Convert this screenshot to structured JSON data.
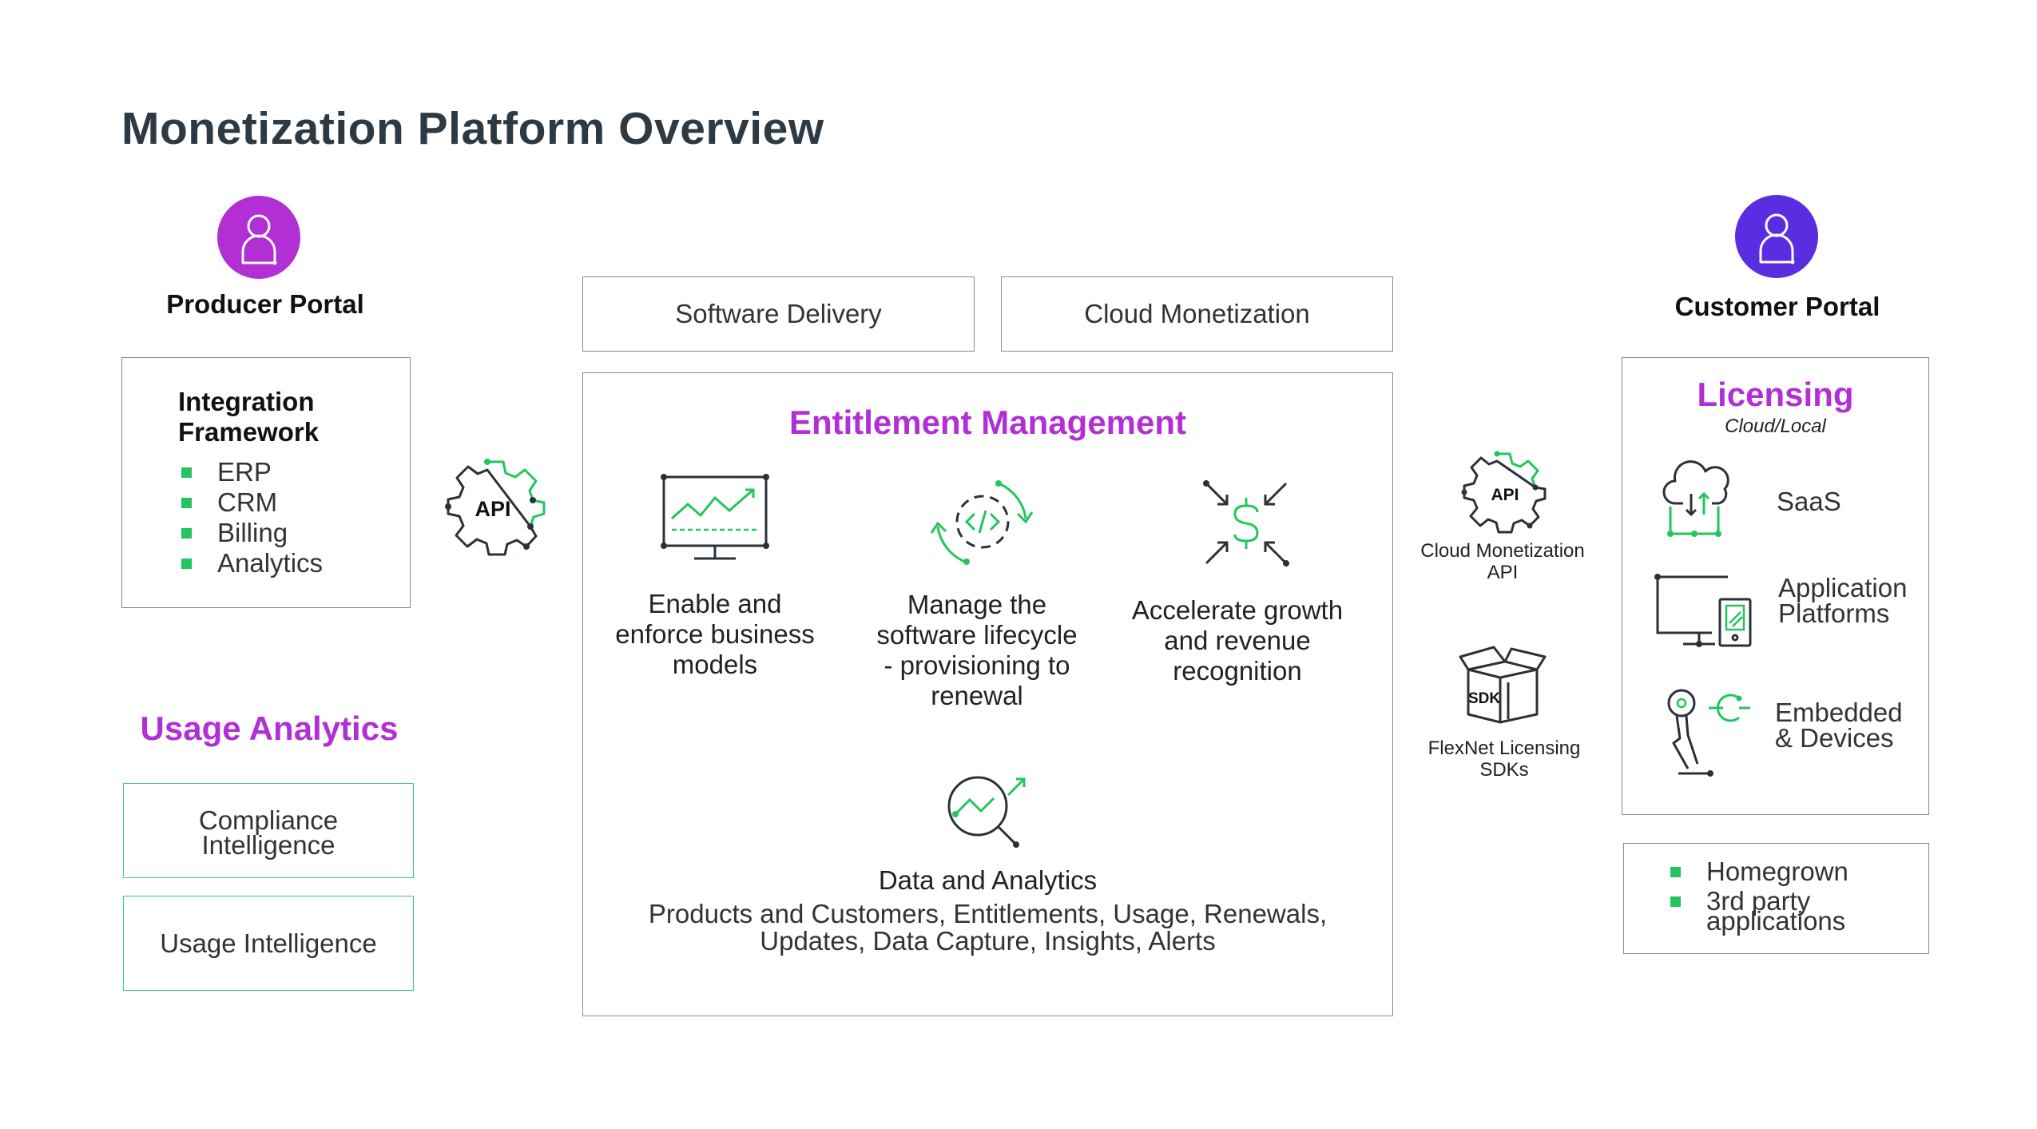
{
  "title": "Monetization Platform Overview",
  "producer_portal": {
    "label": "Producer Portal",
    "avatar_color": "#b22fd6",
    "integration": {
      "title_line1": "Integration",
      "title_line2": "Framework",
      "items": [
        "ERP",
        "CRM",
        "Billing",
        "Analytics"
      ]
    }
  },
  "api_left_label": "API",
  "usage_analytics": {
    "title": "Usage Analytics",
    "compliance_line1": "Compliance",
    "compliance_line2": "Intelligence",
    "usage_intelligence": "Usage Intelligence"
  },
  "tabs": {
    "software_delivery": "Software Delivery",
    "cloud_monetization": "Cloud Monetization"
  },
  "entitlement": {
    "title": "Entitlement Management",
    "features": [
      {
        "line1": "Enable and",
        "line2": "enforce business",
        "line3": "models",
        "line4": ""
      },
      {
        "line1": "Manage the",
        "line2": "software lifecycle",
        "line3": "- provisioning to",
        "line4": "renewal"
      },
      {
        "line1": "Accelerate growth",
        "line2": "and revenue",
        "line3": "recognition",
        "line4": ""
      }
    ],
    "data_analytics": {
      "title": "Data and Analytics",
      "line1": "Products and Customers, Entitlements, Usage, Renewals,",
      "line2": "Updates, Data Capture, Insights, Alerts"
    }
  },
  "cloud_api": {
    "icon_text": "API",
    "line1": "Cloud Monetization",
    "line2": "API"
  },
  "sdk": {
    "icon_text": "SDK",
    "line1": "FlexNet Licensing",
    "line2": "SDKs"
  },
  "customer_portal": {
    "label": "Customer Portal",
    "avatar_color": "#5b2de0",
    "licensing": {
      "title": "Licensing",
      "subtitle": "Cloud/Local",
      "items": [
        {
          "line1": "SaaS",
          "line2": ""
        },
        {
          "line1": "Application",
          "line2": "Platforms"
        },
        {
          "line1": "Embedded",
          "line2": "& Devices"
        }
      ]
    },
    "apps": {
      "item1": "Homegrown",
      "item2_line1": "3rd party",
      "item2_line2": "applications"
    }
  },
  "colors": {
    "accent_purple": "#b22fd6",
    "accent_green": "#22c55e",
    "icon_dark": "#2b3138",
    "title_text": "#2d3a44"
  }
}
